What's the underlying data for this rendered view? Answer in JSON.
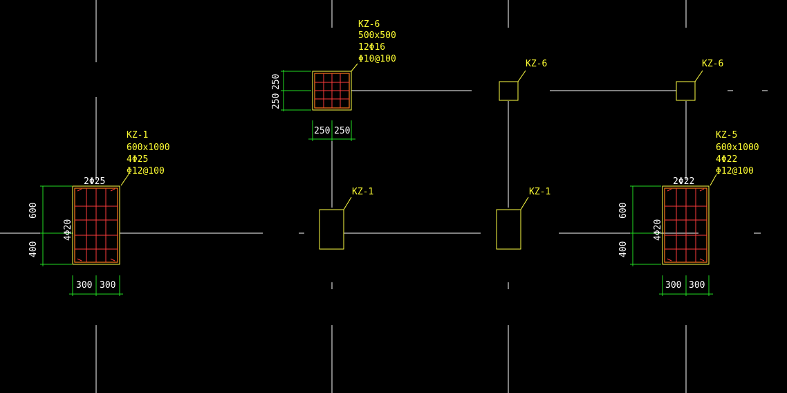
{
  "colors": {
    "background": "#000000",
    "axis": "#ffffff",
    "label": "#ffff33",
    "dimension": "#22dd22",
    "rebar": "#ff3b3b",
    "outline": "#ff7a1a"
  },
  "columns": [
    {
      "id": "kz1-left",
      "name": "KZ-1",
      "size": "600x1000",
      "main_bars": "4Φ25",
      "stirrups": "Φ12@100",
      "top_bars": "2Φ25",
      "side_bars": "4Φ20",
      "dim_upper": "600",
      "dim_lower": "400",
      "dim_left": "300",
      "dim_right": "300"
    },
    {
      "id": "kz6-top",
      "name": "KZ-6",
      "size": "500x500",
      "main_bars": "12Φ16",
      "stirrups": "Φ10@100",
      "dim_v_upper": "250",
      "dim_v_lower": "250",
      "dim_h_left": "250",
      "dim_h_right": "250"
    },
    {
      "id": "kz5-right",
      "name": "KZ-5",
      "size": "600x1000",
      "main_bars": "4Φ22",
      "stirrups": "Φ12@100",
      "top_bars": "2Φ22",
      "side_bars": "4Φ20",
      "dim_upper": "600",
      "dim_lower": "400",
      "dim_left": "300",
      "dim_right": "300"
    }
  ],
  "simple_labels": {
    "kz6_a": "KZ-6",
    "kz6_b": "KZ-6",
    "kz1_a": "KZ-1",
    "kz1_b": "KZ-1"
  }
}
